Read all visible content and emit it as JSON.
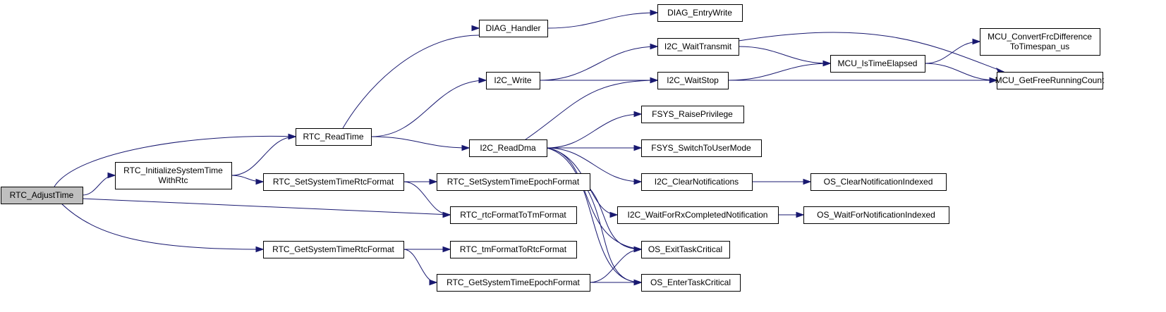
{
  "graph": {
    "colors": {
      "edge": "#191970",
      "node_border": "#000000",
      "node_fill": "#ffffff",
      "root_fill": "#bfbfbf"
    },
    "nodes": [
      {
        "id": "adjust",
        "lines": [
          "RTC_AdjustTime"
        ],
        "root": true
      },
      {
        "id": "init",
        "lines": [
          "RTC_InitializeSystemTime",
          "WithRtc"
        ]
      },
      {
        "id": "readtime",
        "lines": [
          "RTC_ReadTime"
        ]
      },
      {
        "id": "setrtc",
        "lines": [
          "RTC_SetSystemTimeRtcFormat"
        ]
      },
      {
        "id": "getrtc",
        "lines": [
          "RTC_GetSystemTimeRtcFormat"
        ]
      },
      {
        "id": "diaghandler",
        "lines": [
          "DIAG_Handler"
        ]
      },
      {
        "id": "i2cwrite",
        "lines": [
          "I2C_Write"
        ]
      },
      {
        "id": "i2creaddma",
        "lines": [
          "I2C_ReadDma"
        ]
      },
      {
        "id": "setepoch",
        "lines": [
          "RTC_SetSystemTimeEpochFormat"
        ]
      },
      {
        "id": "rtcformat",
        "lines": [
          "RTC_rtcFormatToTmFormat"
        ]
      },
      {
        "id": "tmformat",
        "lines": [
          "RTC_tmFormatToRtcFormat"
        ]
      },
      {
        "id": "getepoch",
        "lines": [
          "RTC_GetSystemTimeEpochFormat"
        ]
      },
      {
        "id": "diagentry",
        "lines": [
          "DIAG_EntryWrite"
        ]
      },
      {
        "id": "waittransmit",
        "lines": [
          "I2C_WaitTransmit"
        ]
      },
      {
        "id": "waitstop",
        "lines": [
          "I2C_WaitStop"
        ]
      },
      {
        "id": "raisepriv",
        "lines": [
          "FSYS_RaisePrivilege"
        ]
      },
      {
        "id": "switchuser",
        "lines": [
          "FSYS_SwitchToUserMode"
        ]
      },
      {
        "id": "clearnotif",
        "lines": [
          "I2C_ClearNotifications"
        ]
      },
      {
        "id": "waitrx",
        "lines": [
          "I2C_WaitForRxCompletedNotification"
        ]
      },
      {
        "id": "exitcrit",
        "lines": [
          "OS_ExitTaskCritical"
        ]
      },
      {
        "id": "entercrit",
        "lines": [
          "OS_EnterTaskCritical"
        ]
      },
      {
        "id": "istimeelapsed",
        "lines": [
          "MCU_IsTimeElapsed"
        ]
      },
      {
        "id": "osclear",
        "lines": [
          "OS_ClearNotificationIndexed"
        ]
      },
      {
        "id": "oswait",
        "lines": [
          "OS_WaitForNotificationIndexed"
        ]
      },
      {
        "id": "convertfrc",
        "lines": [
          "MCU_ConvertFrcDifference",
          "ToTimespan_us"
        ]
      },
      {
        "id": "getfree",
        "lines": [
          "MCU_GetFreeRunningCount"
        ]
      }
    ],
    "edges": [
      {
        "from": "adjust",
        "to": "init"
      },
      {
        "from": "adjust",
        "to": "readtime"
      },
      {
        "from": "adjust",
        "to": "rtcformat"
      },
      {
        "from": "adjust",
        "to": "getrtc"
      },
      {
        "from": "init",
        "to": "readtime"
      },
      {
        "from": "init",
        "to": "setrtc"
      },
      {
        "from": "readtime",
        "to": "diaghandler"
      },
      {
        "from": "readtime",
        "to": "i2cwrite"
      },
      {
        "from": "readtime",
        "to": "i2creaddma"
      },
      {
        "from": "setrtc",
        "to": "setepoch"
      },
      {
        "from": "setrtc",
        "to": "rtcformat"
      },
      {
        "from": "getrtc",
        "to": "tmformat"
      },
      {
        "from": "getrtc",
        "to": "getepoch"
      },
      {
        "from": "diaghandler",
        "to": "diagentry"
      },
      {
        "from": "i2cwrite",
        "to": "waittransmit"
      },
      {
        "from": "i2cwrite",
        "to": "waitstop"
      },
      {
        "from": "i2creaddma",
        "to": "waitstop"
      },
      {
        "from": "i2creaddma",
        "to": "raisepriv"
      },
      {
        "from": "i2creaddma",
        "to": "switchuser"
      },
      {
        "from": "i2creaddma",
        "to": "clearnotif"
      },
      {
        "from": "i2creaddma",
        "to": "waitrx"
      },
      {
        "from": "i2creaddma",
        "to": "exitcrit"
      },
      {
        "from": "i2creaddma",
        "to": "entercrit"
      },
      {
        "from": "setepoch",
        "to": "exitcrit"
      },
      {
        "from": "setepoch",
        "to": "entercrit"
      },
      {
        "from": "getepoch",
        "to": "exitcrit"
      },
      {
        "from": "getepoch",
        "to": "entercrit"
      },
      {
        "from": "waittransmit",
        "to": "istimeelapsed"
      },
      {
        "from": "waittransmit",
        "to": "getfree"
      },
      {
        "from": "waitstop",
        "to": "istimeelapsed"
      },
      {
        "from": "waitstop",
        "to": "getfree"
      },
      {
        "from": "clearnotif",
        "to": "osclear"
      },
      {
        "from": "waitrx",
        "to": "oswait"
      },
      {
        "from": "istimeelapsed",
        "to": "convertfrc"
      },
      {
        "from": "istimeelapsed",
        "to": "getfree"
      }
    ]
  }
}
